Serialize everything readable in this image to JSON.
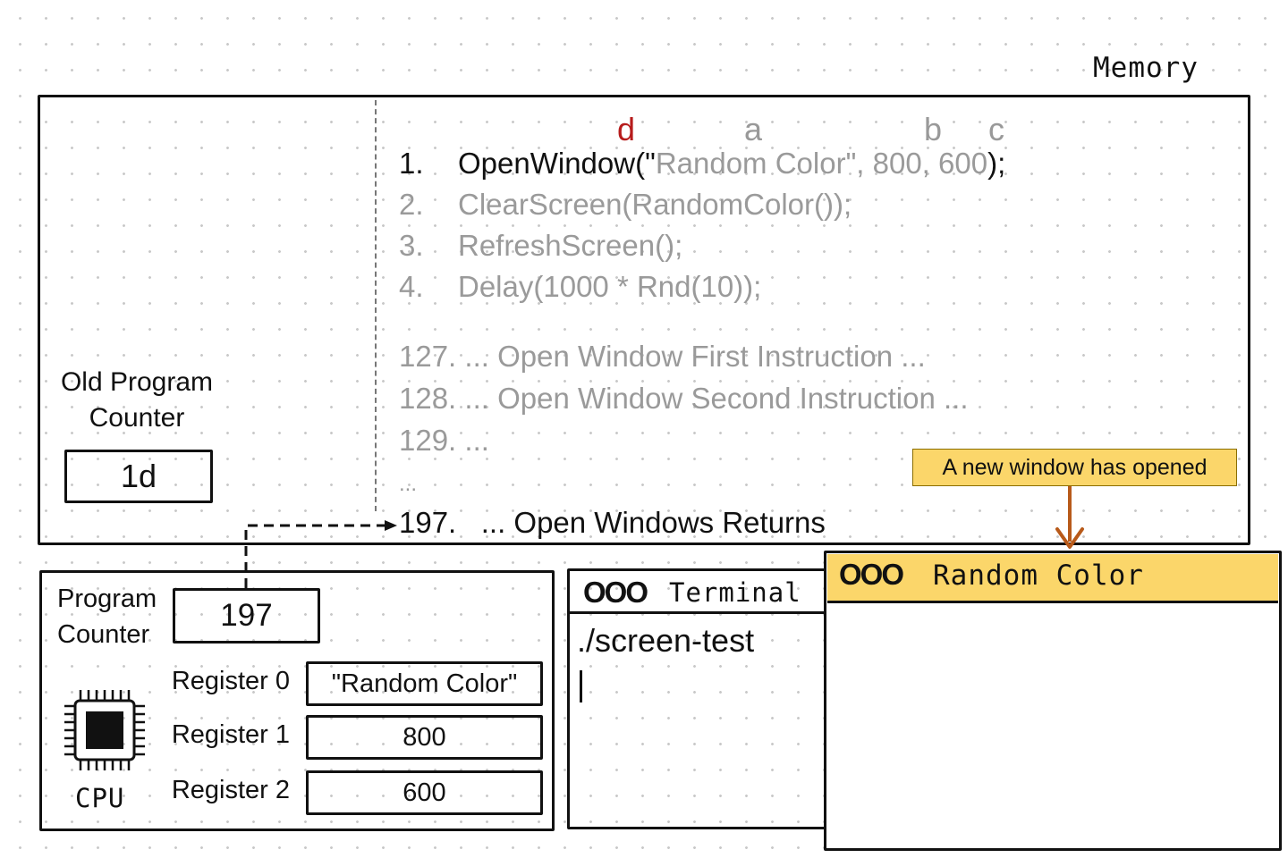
{
  "memory": {
    "title": "Memory",
    "annotations": {
      "d": "d",
      "a": "a",
      "b": "b",
      "c": "c"
    },
    "program_lines": [
      {
        "num": "1.",
        "func": "OpenWindow(\"",
        "arg_text": "Random Color\", 800, 600",
        "end": ");"
      },
      {
        "num": "2.",
        "text": "ClearScreen(RandomColor());"
      },
      {
        "num": "3.",
        "text": "RefreshScreen();"
      },
      {
        "num": "4.",
        "text": "Delay(1000 * Rnd(10));"
      }
    ],
    "os_lines": [
      "127. ... Open Window First Instruction ...",
      "128. ... Open Window Second Instruction ...",
      "129. ..."
    ],
    "ellipsis": "...",
    "return_line": "197.   ... Open Windows Returns",
    "old_pc": {
      "label_line1": "Old Program",
      "label_line2": "Counter",
      "value": "1d"
    }
  },
  "tooltip": {
    "text": "A new window has opened"
  },
  "cpu": {
    "pc": {
      "label_line1": "Program",
      "label_line2": "Counter",
      "value": "197"
    },
    "registers": [
      {
        "label": "Register 0",
        "value": "\"Random Color\""
      },
      {
        "label": "Register 1",
        "value": "800"
      },
      {
        "label": "Register 2",
        "value": "600"
      }
    ],
    "label": "CPU",
    "icon": "cpu-chip-icon"
  },
  "terminal": {
    "dots": "OOO",
    "title": "Terminal",
    "command": "./screen-test"
  },
  "window": {
    "dots": "OOO",
    "title": "Random Color",
    "titlebar_color": "#fbd66a"
  },
  "colors": {
    "active_annotation": "#b71c1c",
    "inactive_code": "#9a9a9a",
    "arrow": "#b85a1a",
    "tooltip": "#fbd66a"
  }
}
